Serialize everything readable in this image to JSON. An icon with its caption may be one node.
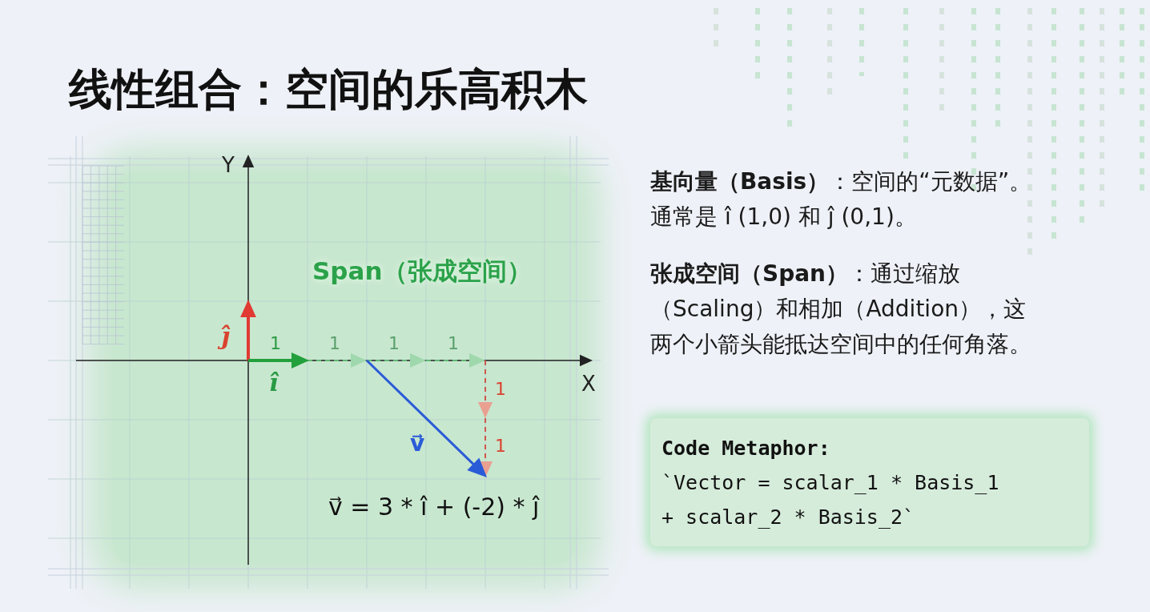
{
  "diagram": {
    "title": "线性组合：空间的乐高积木",
    "nodes": [
      {
        "text": [
          "Span（张成空间）"
        ]
      },
      {
        "text": [
          "Code Metaphor:",
          "`Vector = scalar_1 * Basis_1 + scalar_2 * Basis_2`"
        ]
      }
    ],
    "labels": [
      "Y",
      "ĵ",
      "1",
      "1",
      "1",
      "1",
      "î",
      "1",
      "X",
      "v⃗",
      "1",
      "v⃗ = 3 * î + (-2) * ĵ",
      "**基向量（Basis）**：空间的“元数据”。通常是 î (1,0) 和 ĵ (0,1)。",
      "**张成空间（Span）**：通过缩放（Scaling）和相加（Addition），这两个小箭头能抵达空间中的任何角落。"
    ]
  }
}
